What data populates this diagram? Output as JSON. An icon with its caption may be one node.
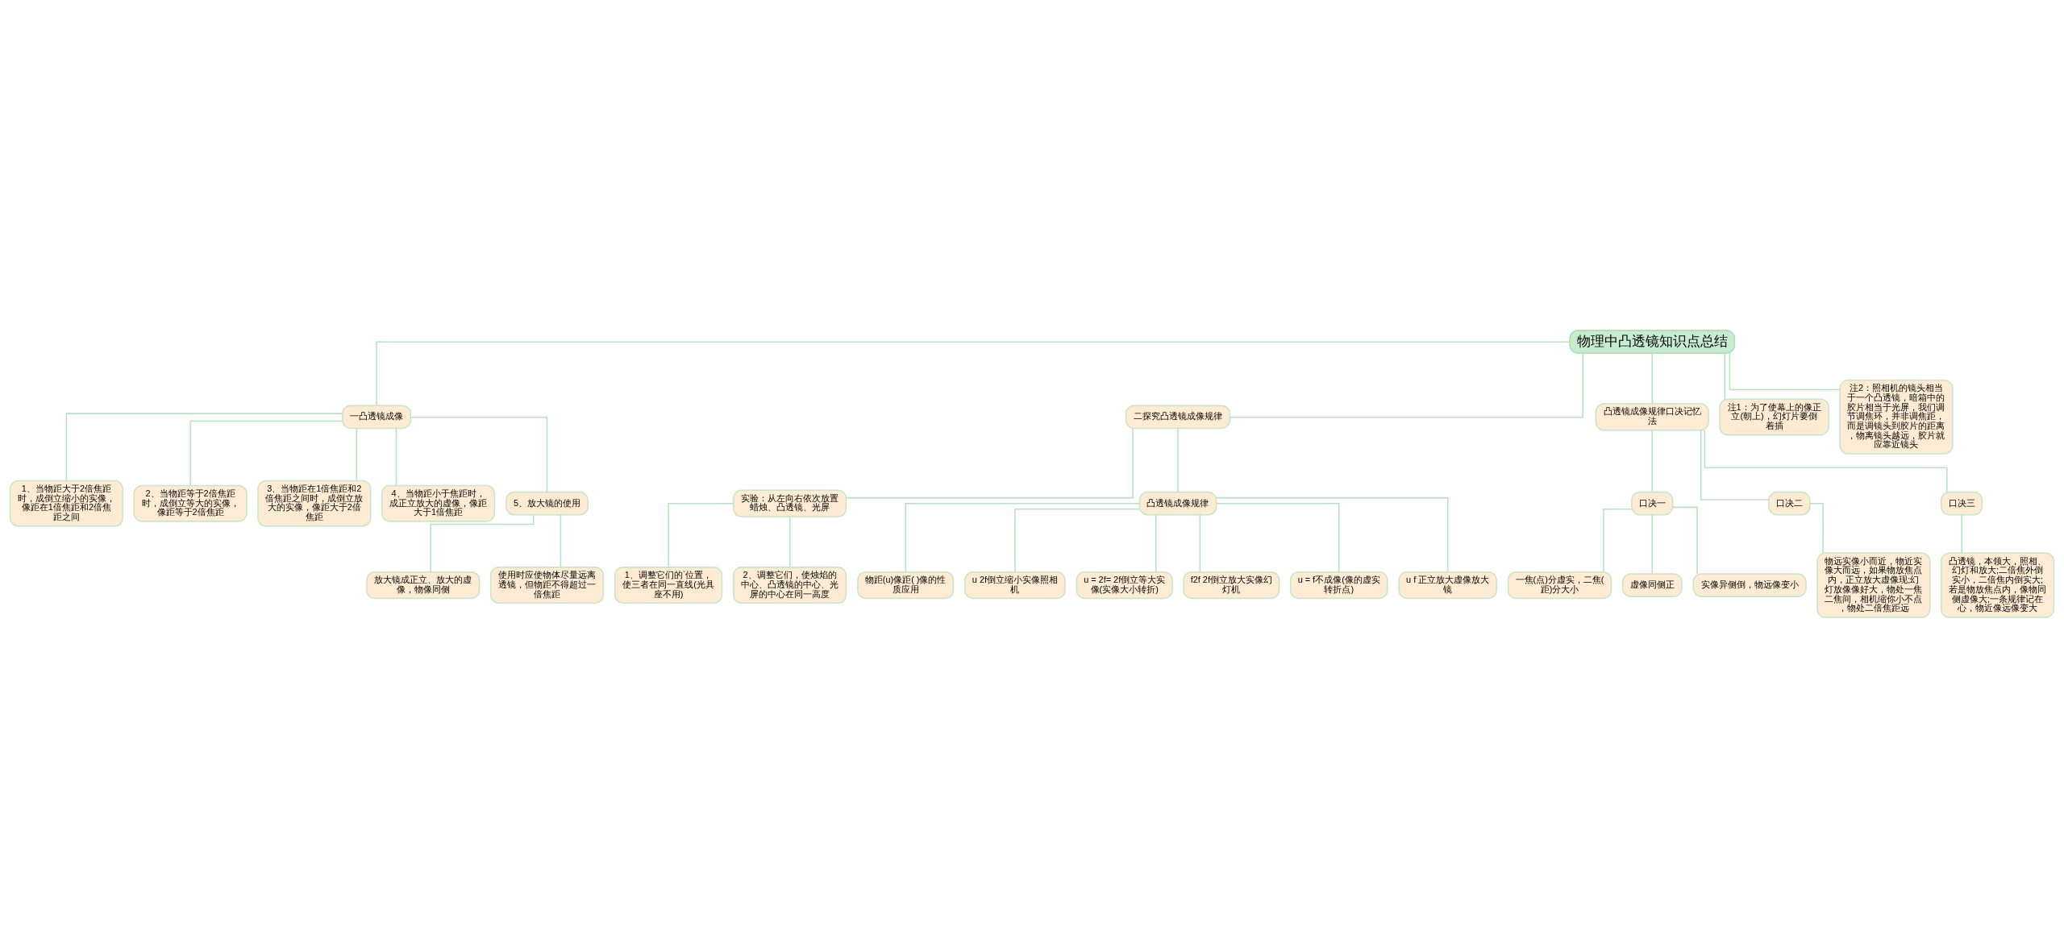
{
  "diagram": {
    "nodes": [
      {
        "text": [
          "物理中凸透镜知识点总结"
        ]
      },
      {
        "text": [
          "一凸透镜成像"
        ]
      },
      {
        "text": [
          "1、当物距大于2倍焦距时，成倒立缩小的实像，像距在1倍焦距和2倍焦距之间"
        ]
      },
      {
        "text": [
          "2、当物距等于2倍焦距时，成倒立等大的实像，像距等于2倍焦距"
        ]
      },
      {
        "text": [
          "3、当物距在1倍焦距和2倍焦距之间时，成倒立放大的实像，像距大于2倍焦距"
        ]
      },
      {
        "text": [
          "4、当物距小于焦距时，成正立放大的虚像，像距大于1倍焦距"
        ]
      },
      {
        "text": [
          "5、放大镜的使用"
        ]
      },
      {
        "text": [
          "放大镜成正立、放大的虚像，物像同侧"
        ]
      },
      {
        "text": [
          "使用时应使物体尽量远离透镜，但物距不得超过一倍焦距"
        ]
      },
      {
        "text": [
          "二探究凸透镜成像规律"
        ]
      },
      {
        "text": [
          "实验：从左向右依次放置蜡烛、凸透镜、光屏"
        ]
      },
      {
        "text": [
          "1、调整它们的`位置，使三者在同一直线(光具座不用)"
        ]
      },
      {
        "text": [
          "2、调整它们，使烛焰的中心、凸透镜的中心、光屏的中心在同一高度"
        ]
      },
      {
        "text": [
          "凸透镜成像规律"
        ]
      },
      {
        "text": [
          "物距(u)像距( )像的性质应用"
        ]
      },
      {
        "text": [
          "u 2f倒立缩小实像照相机"
        ]
      },
      {
        "text": [
          "u = 2f= 2f倒立等大实像(实像大小转折)"
        ]
      },
      {
        "text": [
          "f2f 2f倒立放大实像幻灯机"
        ]
      },
      {
        "text": [
          "u = f不成像(像的虚实转折点)"
        ]
      },
      {
        "text": [
          "u f 正立放大虚像放大镜"
        ]
      },
      {
        "text": [
          "凸透镜成像规律口决记忆法"
        ]
      },
      {
        "text": [
          "口决一"
        ]
      },
      {
        "text": [
          "一焦(点)分虚实，二焦(距)分大小"
        ]
      },
      {
        "text": [
          "虚像同侧正"
        ]
      },
      {
        "text": [
          "实像异侧倒，物远像变小"
        ]
      },
      {
        "text": [
          "口决二"
        ]
      },
      {
        "text": [
          "物远实像小而近，物近实像大而远，如果物放焦点内，正立放大虚像现;幻灯放像像好大，物处一焦二焦间，相机缩你小不点，物处二倍焦距远"
        ]
      },
      {
        "text": [
          "口决三"
        ]
      },
      {
        "text": [
          "凸透镜，本领大，照相、幻灯和放大;二倍焦外倒实小，二倍焦内倒实大;若是物放焦点内，像物同侧虚像大;一条规律记在心，物近像远像变大"
        ]
      },
      {
        "text": [
          "注1：为了使幕上的像正立(朝上)，幻灯片要倒着插"
        ]
      },
      {
        "text": [
          "注2：照相机的镜头相当于一个凸透镜，暗箱中的胶片相当于光屏，我们调节调焦环，并非调焦距，而是调镜头到胶片的距离，物离镜头越远，胶片就应靠近镜头"
        ]
      }
    ],
    "edges": [
      {
        "from": 0,
        "to": 1,
        "arrow": "none"
      },
      {
        "from": 0,
        "to": 9,
        "arrow": "none"
      },
      {
        "from": 0,
        "to": 20,
        "arrow": "none"
      },
      {
        "from": 0,
        "to": 29,
        "arrow": "none"
      },
      {
        "from": 0,
        "to": 30,
        "arrow": "none"
      },
      {
        "from": 1,
        "to": 2,
        "arrow": "none"
      },
      {
        "from": 1,
        "to": 3,
        "arrow": "none"
      },
      {
        "from": 1,
        "to": 4,
        "arrow": "none"
      },
      {
        "from": 1,
        "to": 5,
        "arrow": "none"
      },
      {
        "from": 1,
        "to": 6,
        "arrow": "none"
      },
      {
        "from": 6,
        "to": 7,
        "arrow": "none"
      },
      {
        "from": 6,
        "to": 8,
        "arrow": "none"
      },
      {
        "from": 9,
        "to": 10,
        "arrow": "none"
      },
      {
        "from": 10,
        "to": 11,
        "arrow": "none"
      },
      {
        "from": 10,
        "to": 12,
        "arrow": "none"
      },
      {
        "from": 9,
        "to": 13,
        "arrow": "none"
      },
      {
        "from": 13,
        "to": 14,
        "arrow": "none"
      },
      {
        "from": 13,
        "to": 15,
        "arrow": "none"
      },
      {
        "from": 13,
        "to": 16,
        "arrow": "none"
      },
      {
        "from": 13,
        "to": 17,
        "arrow": "none"
      },
      {
        "from": 13,
        "to": 18,
        "arrow": "none"
      },
      {
        "from": 13,
        "to": 19,
        "arrow": "none"
      },
      {
        "from": 20,
        "to": 21,
        "arrow": "none"
      },
      {
        "from": 21,
        "to": 22,
        "arrow": "none"
      },
      {
        "from": 21,
        "to": 23,
        "arrow": "none"
      },
      {
        "from": 21,
        "to": 24,
        "arrow": "none"
      },
      {
        "from": 20,
        "to": 25,
        "arrow": "none"
      },
      {
        "from": 25,
        "to": 26,
        "arrow": "none"
      },
      {
        "from": 20,
        "to": 27,
        "arrow": "none"
      },
      {
        "from": 27,
        "to": 28,
        "arrow": "none"
      }
    ]
  }
}
